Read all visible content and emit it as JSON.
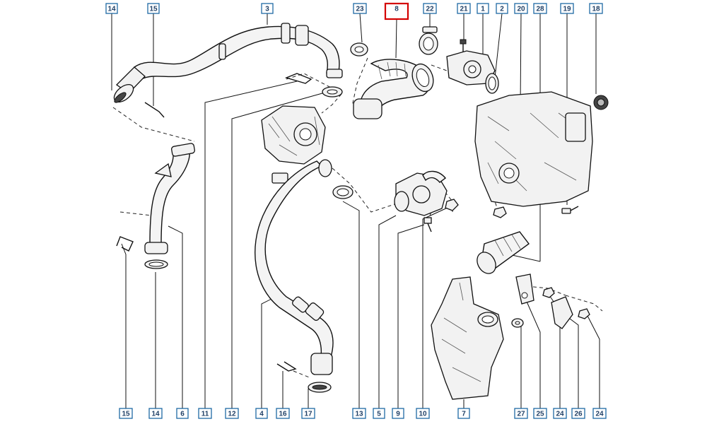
{
  "selected_callout": "8",
  "callouts": {
    "c1": "1",
    "c2": "2",
    "c3": "3",
    "c4": "4",
    "c5": "5",
    "c6": "6",
    "c7": "7",
    "c8": "8",
    "c9": "9",
    "c10": "10",
    "c11": "11",
    "c12": "12",
    "c13": "13",
    "c14a": "14",
    "c14b": "14",
    "c15a": "15",
    "c15b": "15",
    "c16": "16",
    "c17": "17",
    "c18": "18",
    "c19": "19",
    "c20": "20",
    "c21": "21",
    "c22": "22",
    "c23": "23",
    "c24a": "24",
    "c24b": "24",
    "c25": "25",
    "c26": "26",
    "c27": "27",
    "c28": "28"
  },
  "colors": {
    "callout_border": "#1f6aa5",
    "selected_border": "#d40000",
    "line": "#111111"
  }
}
